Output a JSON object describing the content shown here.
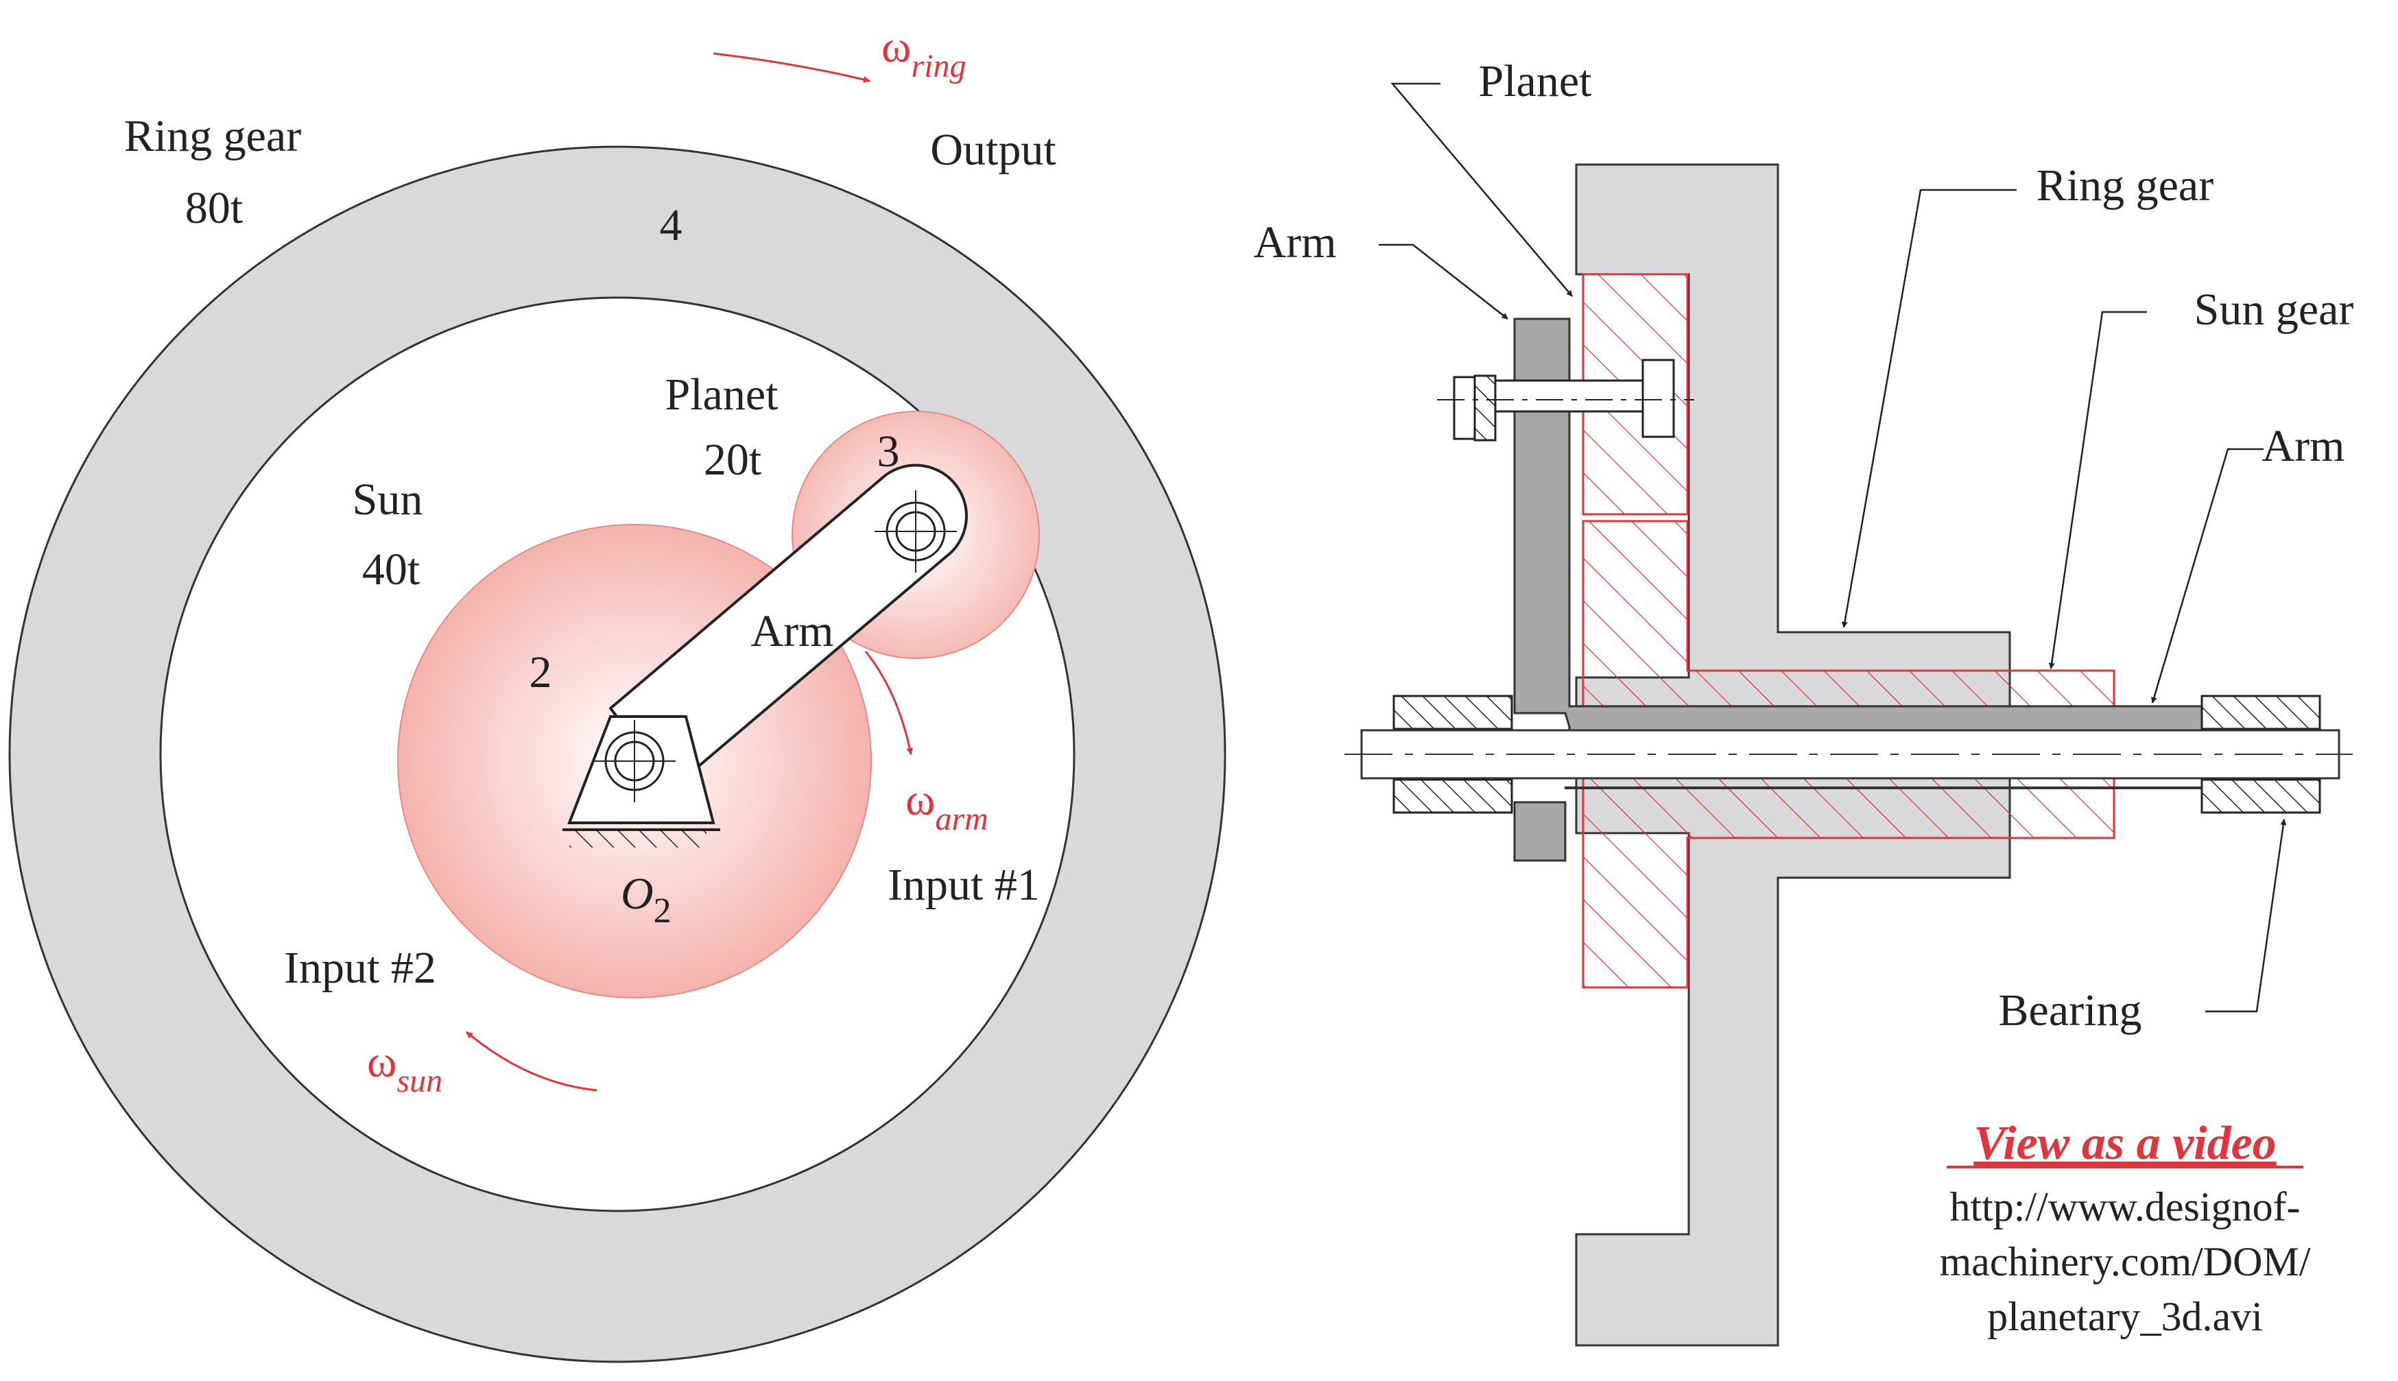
{
  "colors": {
    "ring_gray": "#d9d9dc",
    "arm_gray": "#a9a9ab",
    "gear_pink": "#f6b5b0",
    "accent_red": "#e0353d",
    "ink": "#222222"
  },
  "left_view": {
    "ring_label": "Ring gear",
    "ring_teeth": "80t",
    "ring_number": "4",
    "output_label": "Output",
    "omega_ring_symbol": "ω",
    "omega_ring_sub": "ring",
    "planet_label": "Planet",
    "planet_teeth": "20t",
    "planet_number": "3",
    "sun_label": "Sun",
    "sun_teeth": "40t",
    "sun_number": "2",
    "arm_label": "Arm",
    "omega_arm_symbol": "ω",
    "omega_arm_sub": "arm",
    "input1_label": "Input #1",
    "pivot_letter": "O",
    "pivot_sub": "2",
    "input2_label": "Input #2",
    "omega_sun_symbol": "ω",
    "omega_sun_sub": "sun"
  },
  "right_view": {
    "planet_label": "Planet",
    "arm_top_label": "Arm",
    "ring_label": "Ring gear",
    "sun_label": "Sun gear",
    "arm_label": "Arm",
    "bearing_label": "Bearing"
  },
  "video": {
    "link_text": "View as a video",
    "url_line1": "http://www.designof-",
    "url_line2": "machinery.com/DOM/",
    "url_line3": "planetary_3d.avi"
  }
}
